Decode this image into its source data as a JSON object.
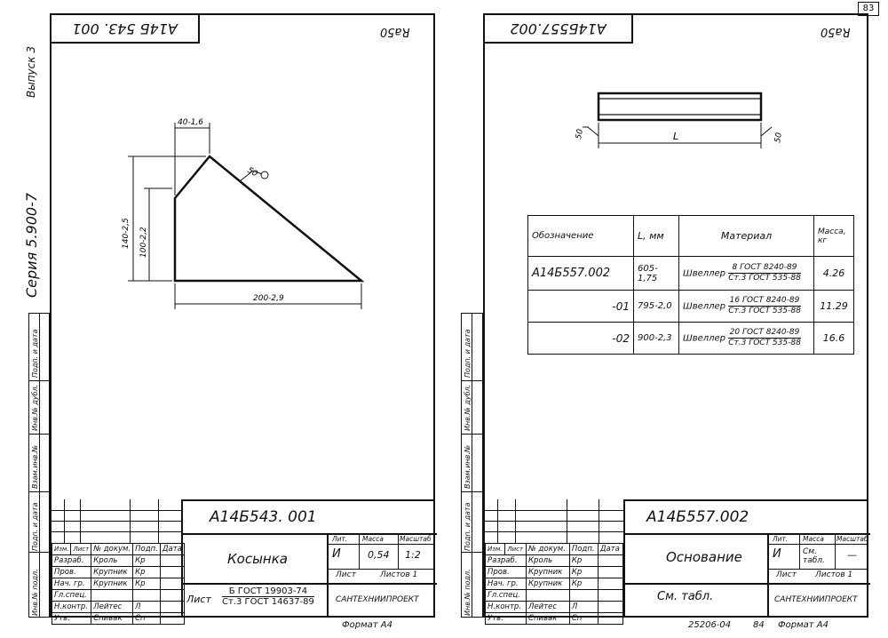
{
  "page_number": "83",
  "side_series": "Серия  5.900-7",
  "side_issue": "Выпуск 3",
  "side_fields": [
    "Инв.№ подл.",
    "Подп. и дата",
    "Взам.инв.№",
    "Инв.№ дубл.",
    "Подп. и дата"
  ],
  "left": {
    "mirrored_code": "А14Б 543. 001",
    "roughness": "Ra50",
    "weld_mark": "50",
    "dims": {
      "top": "40-1,6",
      "left_tall": "140-2,5",
      "left_short": "100-2,2",
      "bottom": "200-2,9"
    },
    "designation": "А14Б543. 001",
    "name": "Косынка",
    "lit": "И",
    "mass": "0,54",
    "scale": "1:2",
    "sheet_label": "Лист",
    "sheets_label": "Листов 1",
    "material_top": "Б ГОСТ 19903-74",
    "material_bottom": "Ст.3 ГОСТ 14637-89",
    "org": "САНТЕХНИИПРОЕКТ",
    "format": "Формат А4"
  },
  "right": {
    "mirrored_code": "А14Б557.002",
    "roughness": "Ra50",
    "weld_left": "50",
    "weld_right": "50",
    "length_label": "L",
    "designation": "А14Б557.002",
    "name": "Основание",
    "lit": "И",
    "mass": "См. табл.",
    "scale": "—",
    "sheet_label": "Лист",
    "sheets_label": "Листов 1",
    "material": "См. табл.",
    "org": "САНТЕХНИИПРОЕКТ",
    "footer_code": "25206-04",
    "footer_page": "84",
    "format": "Формат А4",
    "table": {
      "headers": [
        "Обозначение",
        "L, мм",
        "Материал",
        "Масса, кг"
      ],
      "rows": [
        {
          "code": "А14Б557.002",
          "L": "605-1,75",
          "mat": "Швеллер",
          "mat_top": "8 ГОСТ 8240-89",
          "mat_bottom": "Ст.3 ГОСТ 535-88",
          "mass": "4.26"
        },
        {
          "code": "-01",
          "L": "795-2,0",
          "mat": "Швеллер",
          "mat_top": "16 ГОСТ 8240-89",
          "mat_bottom": "Ст.3 ГОСТ 535-88",
          "mass": "11.29"
        },
        {
          "code": "-02",
          "L": "900-2,3",
          "mat": "Швеллер",
          "mat_top": "20 ГОСТ 8240-89",
          "mat_bottom": "Ст.3 ГОСТ 535-88",
          "mass": "16.6"
        }
      ]
    }
  },
  "stamp_headers": [
    "Изм.",
    "Лист",
    "№ докум.",
    "Подп.",
    "Дата"
  ],
  "stamp_left": [
    {
      "role": "Разраб.",
      "name": "Кроль",
      "sig": "Кр"
    },
    {
      "role": "Пров.",
      "name": "Крупник",
      "sig": "Кр"
    },
    {
      "role": "Нач. гр.",
      "name": "Крупник",
      "sig": "Кр"
    },
    {
      "role": "Гл.спец.",
      "name": "",
      "sig": ""
    },
    {
      "role": "Н.контр.",
      "name": "Лейтес",
      "sig": "Л"
    },
    {
      "role": "Утв.",
      "name": "Спивак",
      "sig": "Сп"
    }
  ],
  "stamp_cols": {
    "lit": "Лит.",
    "mass": "Масса",
    "scale": "Масштаб"
  }
}
